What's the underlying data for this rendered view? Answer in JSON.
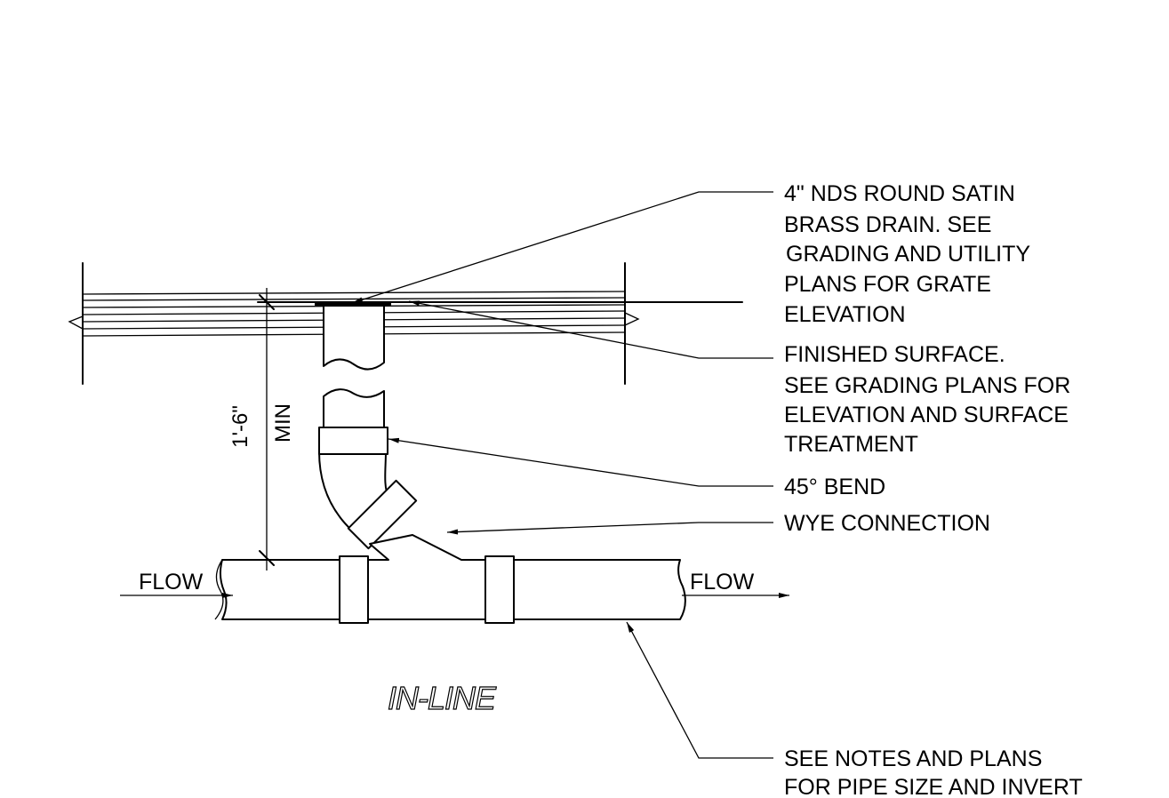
{
  "labels": {
    "drain_note": [
      "4\" NDS ROUND SATIN",
      "BRASS DRAIN.  SEE",
      "GRADING AND UTILITY",
      "PLANS FOR GRATE",
      "ELEVATION"
    ],
    "surface_note": [
      "FINISHED SURFACE.",
      "SEE GRADING PLANS FOR",
      "ELEVATION AND SURFACE",
      "TREATMENT"
    ],
    "bend_note": "45° BEND",
    "wye_note": "WYE CONNECTION",
    "pipe_note": [
      "SEE NOTES AND PLANS",
      "FOR PIPE SIZE AND INVERT"
    ],
    "flow_left": "FLOW",
    "flow_right": "FLOW",
    "dimension_value": "1'-6\"",
    "dimension_qualifier": "MIN",
    "view_title": "IN-LINE"
  }
}
